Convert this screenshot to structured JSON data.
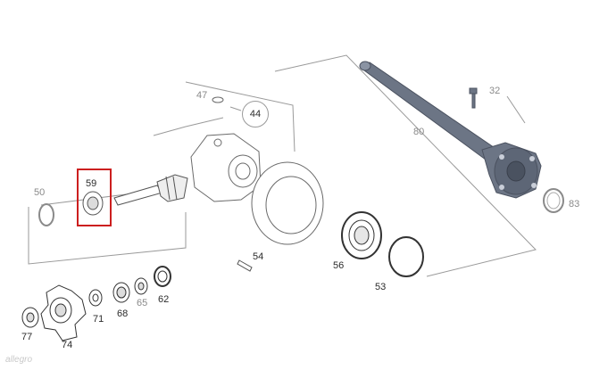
{
  "diagram": {
    "callouts": [
      {
        "id": "47",
        "tone": "grey"
      },
      {
        "id": "44",
        "tone": "dark",
        "circled": true
      },
      {
        "id": "32",
        "tone": "grey"
      },
      {
        "id": "80",
        "tone": "grey"
      },
      {
        "id": "50",
        "tone": "grey"
      },
      {
        "id": "59",
        "tone": "dark",
        "highlighted": true
      },
      {
        "id": "83",
        "tone": "grey"
      },
      {
        "id": "54",
        "tone": "dark"
      },
      {
        "id": "56",
        "tone": "dark"
      },
      {
        "id": "53",
        "tone": "dark"
      },
      {
        "id": "62",
        "tone": "dark"
      },
      {
        "id": "65",
        "tone": "grey"
      },
      {
        "id": "68",
        "tone": "dark"
      },
      {
        "id": "71",
        "tone": "dark"
      },
      {
        "id": "74",
        "tone": "dark"
      },
      {
        "id": "77",
        "tone": "dark"
      }
    ],
    "highlight_color": "#cc1f1f",
    "part_color": "#6c7585",
    "watermark": "allegro"
  }
}
